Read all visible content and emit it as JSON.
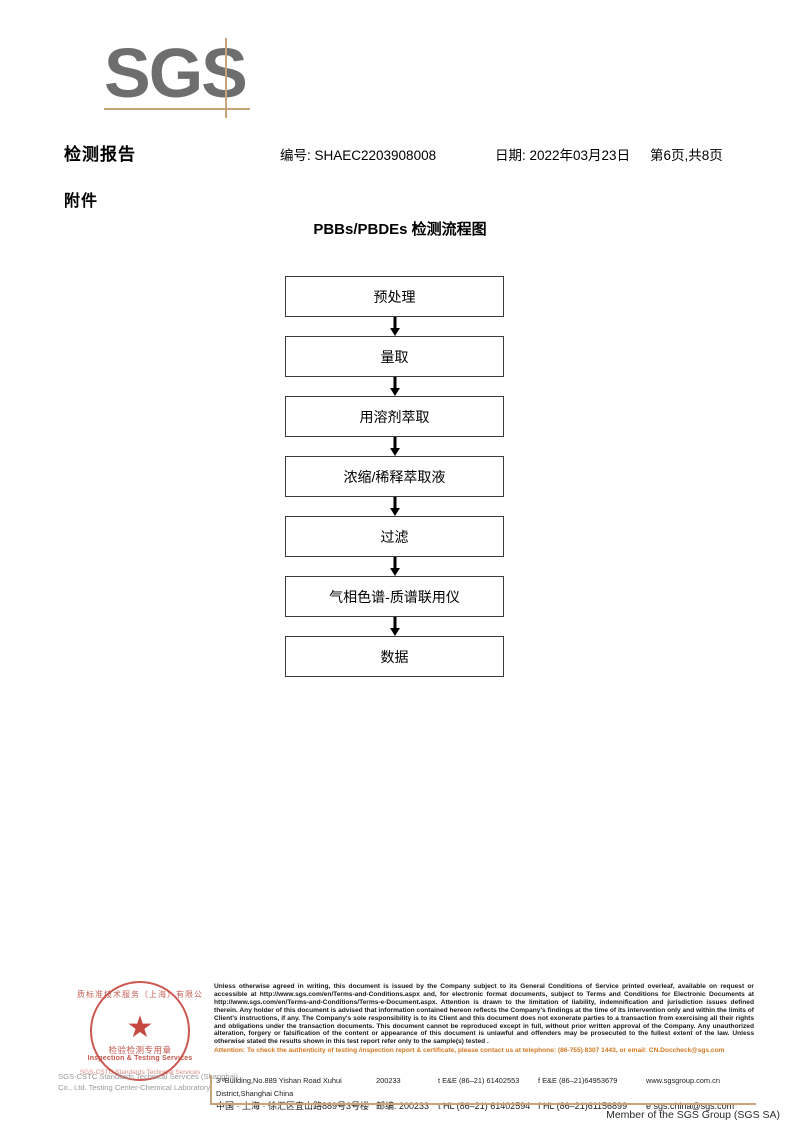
{
  "brand": {
    "logo_text": "SGS",
    "logo_color": "#6e6e6e",
    "rule_color": "#c9a47a"
  },
  "header": {
    "title": "检测报告",
    "subtitle": "附件",
    "report_no": "编号: SHAEC2203908008",
    "date": "日期: 2022年03月23日",
    "page": "第6页,共8页"
  },
  "flowchart": {
    "title": "PBBs/PBDEs 检测流程图",
    "steps": [
      {
        "label": "预处理"
      },
      {
        "label": "量取"
      },
      {
        "label": "用溶剂萃取"
      },
      {
        "label": "浓缩/稀释萃取液"
      },
      {
        "label": "过滤"
      },
      {
        "label": "气相色谱-质谱联用仪"
      },
      {
        "label": "数据"
      }
    ]
  },
  "seal": {
    "arc_top": "质标准技术服务（上海）有限公",
    "cn_text": "检验检测专用章",
    "en_text": "Inspection & Testing Services",
    "arc_bottom": "SGS-CSTC Standards Technical Services",
    "star": "★",
    "color": "#bc4236"
  },
  "company_faint": "SGS-CSTC Standards Technical Services (Shanghai) Co., Ltd. Testing Center-Chemical Laboratory.",
  "legal": {
    "body": "Unless otherwise agreed in writing, this document is issued by the Company subject to its General Conditions of Service printed overleaf, available on request or accessible at http://www.sgs.com/en/Terms-and-Conditions.aspx and, for electronic format documents, subject to Terms and Conditions for Electronic Documents at http://www.sgs.com/en/Terms-and-Conditions/Terms-e-Document.aspx. Attention is drawn to the limitation of liability, indemnification and jurisdiction issues defined therein. Any holder of this document is advised that information contained hereon reflects the Company's findings at the time of its intervention only and within the limits of Client's instructions, if any. The Company's sole responsibility is to its Client and this document does not exonerate parties to a transaction from exercising all their rights and obligations under the transaction documents. This document cannot be reproduced except in full, without prior written approval of the Company. Any unauthorized alteration, forgery or falsification of the content or appearance of this document is unlawful and offenders may be prosecuted to the fullest extent of the law. Unless otherwise stated the results shown in this test report refer only to the sample(s) tested .",
    "attention": "Attention: To check the authenticity of testing /inspection report & certificate, please contact us at telephone: (86-755) 8307 1443, or email: CN.Doccheck@sgs.com",
    "attention_color": "#d4761f"
  },
  "address": {
    "en_street": "3ʳᵈBuilding,No.889 Yishan Road Xuhui District,Shanghai China",
    "en_zip": "200233",
    "en_tel1": "t E&E (86–21) 61402553",
    "en_fax1": "f E&E (86–21)64953679",
    "en_web": "www.sgsgroup.com.cn",
    "cn_street": "中国 · 上海 · 徐汇区宜山路889号3号楼",
    "cn_zip": "邮编: 200233",
    "cn_tel2": "t HL (86–21) 61402594",
    "cn_fax2": "f HL (86–21)61156899",
    "cn_email": "e sgs.china@sgs.com"
  },
  "footer_member": "Member of the SGS Group (SGS SA)"
}
